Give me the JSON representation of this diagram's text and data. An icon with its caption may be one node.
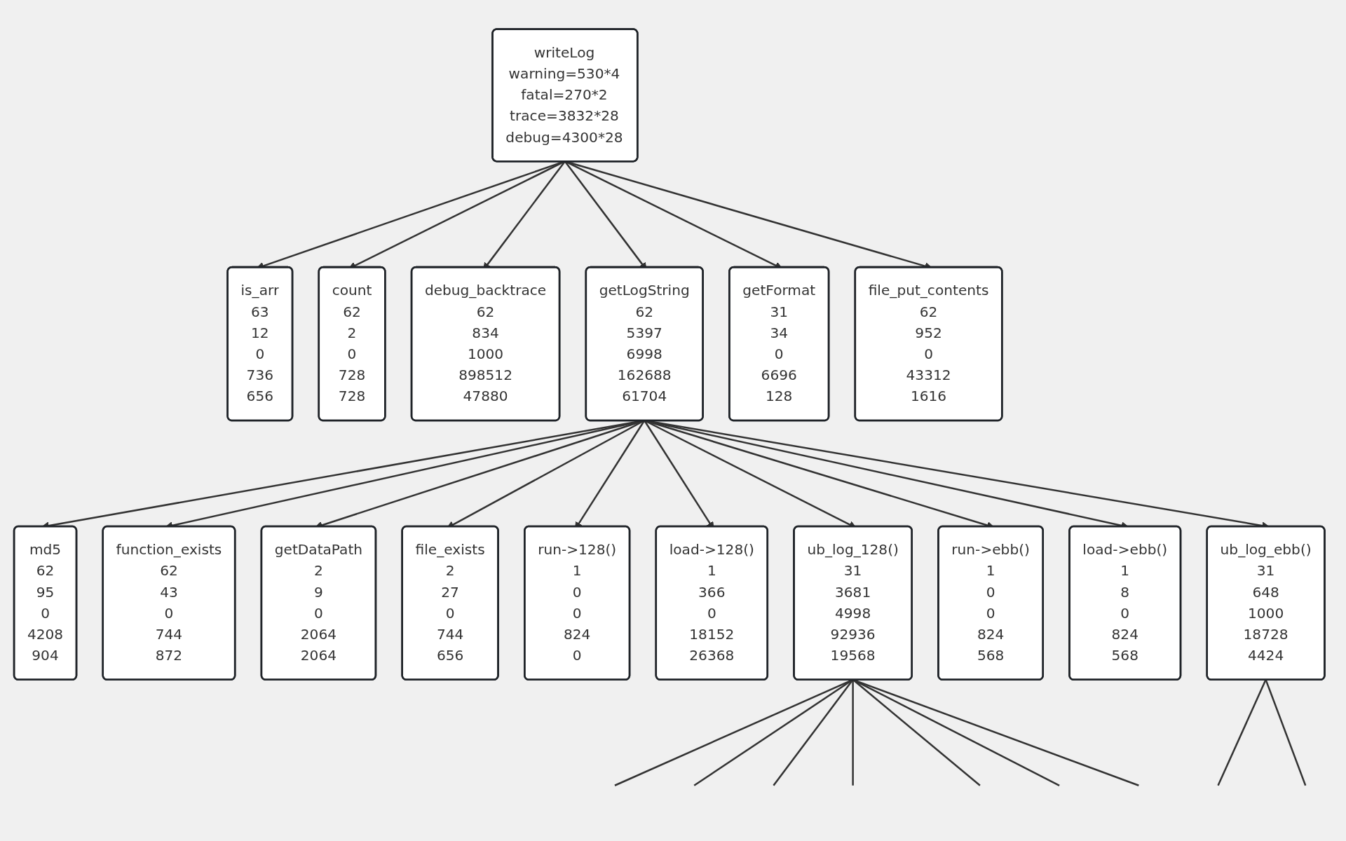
{
  "diagram": {
    "nodes": [
      {
        "text": [
          "writeLog",
          "warning=530*4",
          "fatal=270*2",
          "trace=3832*28",
          "debug=4300*28"
        ]
      },
      {
        "text": [
          "is_arr",
          "63",
          "12",
          "0",
          "736",
          "656"
        ]
      },
      {
        "text": [
          "count",
          "62",
          "2",
          "0",
          "728",
          "728"
        ]
      },
      {
        "text": [
          "debug_backtrace",
          "62",
          "834",
          "1000",
          "898512",
          "47880"
        ]
      },
      {
        "text": [
          "getLogString",
          "62",
          "5397",
          "6998",
          "162688",
          "61704"
        ]
      },
      {
        "text": [
          "getFormat",
          "31",
          "34",
          "0",
          "6696",
          "128"
        ]
      },
      {
        "text": [
          "file_put_contents",
          "62",
          "952",
          "0",
          "43312",
          "1616"
        ]
      },
      {
        "text": [
          "md5",
          "62",
          "95",
          "0",
          "4208",
          "904"
        ]
      },
      {
        "text": [
          "function_exists",
          "62",
          "43",
          "0",
          "744",
          "872"
        ]
      },
      {
        "text": [
          "getDataPath",
          "2",
          "9",
          "0",
          "2064",
          "2064"
        ]
      },
      {
        "text": [
          "file_exists",
          "2",
          "27",
          "0",
          "744",
          "656"
        ]
      },
      {
        "text": [
          "run->128()",
          "1",
          "0",
          "0",
          "824",
          "0"
        ]
      },
      {
        "text": [
          "load->128()",
          "1",
          "366",
          "0",
          "18152",
          "26368"
        ]
      },
      {
        "text": [
          "ub_log_128()",
          "31",
          "3681",
          "4998",
          "92936",
          "19568"
        ]
      },
      {
        "text": [
          "run->ebb()",
          "1",
          "0",
          "0",
          "824",
          "568"
        ]
      },
      {
        "text": [
          "load->ebb()",
          "1",
          "8",
          "0",
          "824",
          "568"
        ]
      },
      {
        "text": [
          "ub_log_ebb()",
          "31",
          "648",
          "1000",
          "18728",
          "4424"
        ]
      }
    ],
    "edges": [
      {
        "from": 0,
        "to": 1,
        "arrow": "to"
      },
      {
        "from": 0,
        "to": 2,
        "arrow": "to"
      },
      {
        "from": 0,
        "to": 3,
        "arrow": "to"
      },
      {
        "from": 0,
        "to": 4,
        "arrow": "to"
      },
      {
        "from": 0,
        "to": 5,
        "arrow": "to"
      },
      {
        "from": 0,
        "to": 6,
        "arrow": "to"
      },
      {
        "from": 4,
        "to": 7,
        "arrow": "to"
      },
      {
        "from": 4,
        "to": 8,
        "arrow": "to"
      },
      {
        "from": 4,
        "to": 9,
        "arrow": "to"
      },
      {
        "from": 4,
        "to": 10,
        "arrow": "to"
      },
      {
        "from": 4,
        "to": 11,
        "arrow": "to"
      },
      {
        "from": 4,
        "to": 12,
        "arrow": "to"
      },
      {
        "from": 4,
        "to": 13,
        "arrow": "to"
      },
      {
        "from": 4,
        "to": 14,
        "arrow": "to"
      },
      {
        "from": 4,
        "to": 15,
        "arrow": "to"
      },
      {
        "from": 4,
        "to": 16,
        "arrow": "to"
      },
      {
        "from": 13,
        "to": null,
        "arrow": "none"
      },
      {
        "from": 13,
        "to": null,
        "arrow": "none"
      },
      {
        "from": 13,
        "to": null,
        "arrow": "none"
      },
      {
        "from": 13,
        "to": null,
        "arrow": "none"
      },
      {
        "from": 13,
        "to": null,
        "arrow": "none"
      },
      {
        "from": 13,
        "to": null,
        "arrow": "none"
      },
      {
        "from": 13,
        "to": null,
        "arrow": "none"
      },
      {
        "from": 16,
        "to": null,
        "arrow": "none"
      },
      {
        "from": 16,
        "to": null,
        "arrow": "none"
      }
    ]
  }
}
